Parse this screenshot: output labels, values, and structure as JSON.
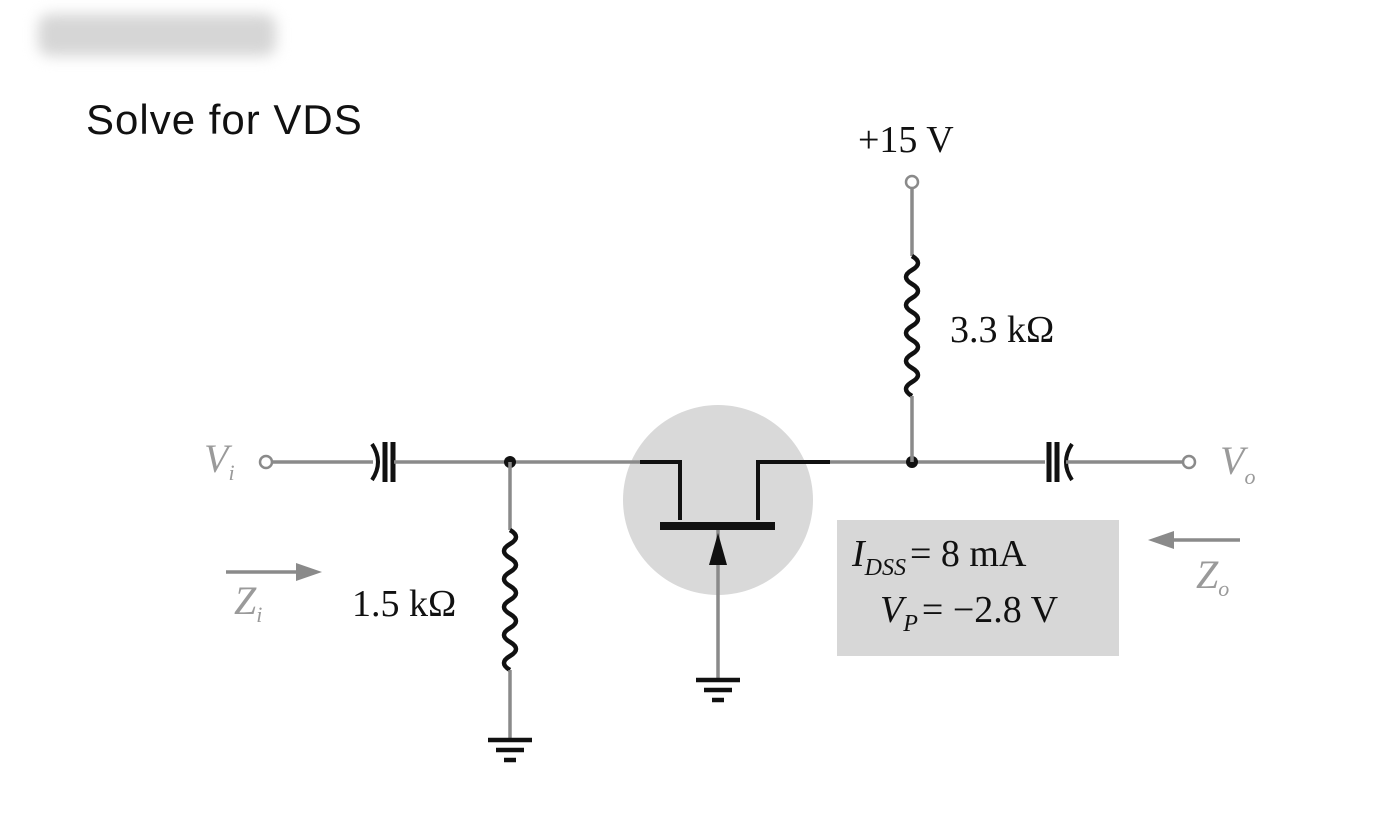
{
  "question": {
    "text": "Solve for VDS"
  },
  "circuit": {
    "supply_voltage": "+15 V",
    "drain_resistor": "3.3 kΩ",
    "gate_resistor": "1.5 kΩ",
    "input_voltage": {
      "symbol": "V",
      "subscript": "i"
    },
    "output_voltage": {
      "symbol": "V",
      "subscript": "o"
    },
    "input_impedance": {
      "symbol": "Z",
      "subscript": "i"
    },
    "output_impedance": {
      "symbol": "Z",
      "subscript": "o"
    },
    "parameters": {
      "idss": {
        "symbol": "I",
        "subscript": "DSS",
        "value": "= 8 mA"
      },
      "vp": {
        "symbol": "V",
        "subscript": "P",
        "value": "= −2.8 V"
      }
    }
  },
  "colors": {
    "wire": "#8a8a8a",
    "component": "#111111",
    "highlight_circle": "#d9d9d9",
    "param_box": "#d7d7d7",
    "label": "#9a9a9a"
  }
}
